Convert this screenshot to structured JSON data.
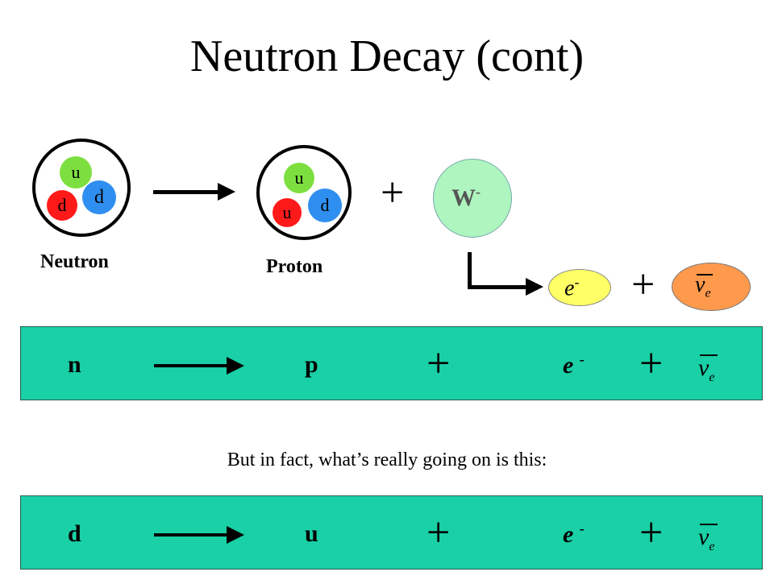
{
  "title": "Neutron Decay (cont)",
  "neutron": {
    "label": "Neutron",
    "quarks": [
      {
        "name": "u",
        "color": "#7ddf3f"
      },
      {
        "name": "d",
        "color": "#ff1a1a"
      },
      {
        "name": "d",
        "color": "#2f8ff0"
      }
    ]
  },
  "proton": {
    "label": "Proton",
    "quarks": [
      {
        "name": "u",
        "color": "#7ddf3f"
      },
      {
        "name": "u",
        "color": "#ff1a1a"
      },
      {
        "name": "d",
        "color": "#2f8ff0"
      }
    ]
  },
  "boson": {
    "label": "W",
    "charge": "-",
    "color": "#aef5c0"
  },
  "products": {
    "electron": {
      "label": "e",
      "charge": "-",
      "color": "#ffff66"
    },
    "neutrino": {
      "symbol": "ν",
      "subscript": "e",
      "color": "#ff9a4d"
    }
  },
  "plus_symbol": "+",
  "equation_1": {
    "left": "n",
    "right": "p",
    "electron": "e",
    "charge": "-"
  },
  "note": "But in fact, what’s really going on is this:",
  "equation_2": {
    "left": "d",
    "right": "u",
    "electron": "e",
    "charge": "-"
  },
  "colors": {
    "equation_box": "#1ad0a6"
  }
}
